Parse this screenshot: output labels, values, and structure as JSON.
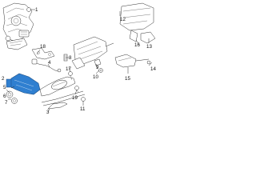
{
  "highlight_color": "#2f7fd0",
  "callouts": {
    "c1": "1",
    "c2": "2",
    "c3": "3",
    "c4": "4",
    "c5": "5",
    "c6": "6",
    "c7": "7",
    "c8": "8",
    "c9": "9",
    "c10": "10",
    "c11": "11",
    "c12": "12",
    "c13": "13",
    "c14": "14",
    "c15": "15",
    "c16": "16",
    "c17": "17",
    "c18": "18",
    "c19": "19"
  }
}
